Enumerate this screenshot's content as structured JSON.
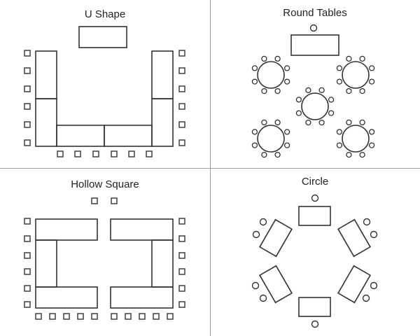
{
  "panels": {
    "u_shape": {
      "title": "U Shape"
    },
    "round_tables": {
      "title": "Round Tables"
    },
    "hollow_square": {
      "title": "Hollow Square"
    },
    "circle": {
      "title": "Circle"
    }
  },
  "colors": {
    "stroke": "#333333",
    "divider": "#9a9a9a",
    "background": "#ffffff"
  }
}
